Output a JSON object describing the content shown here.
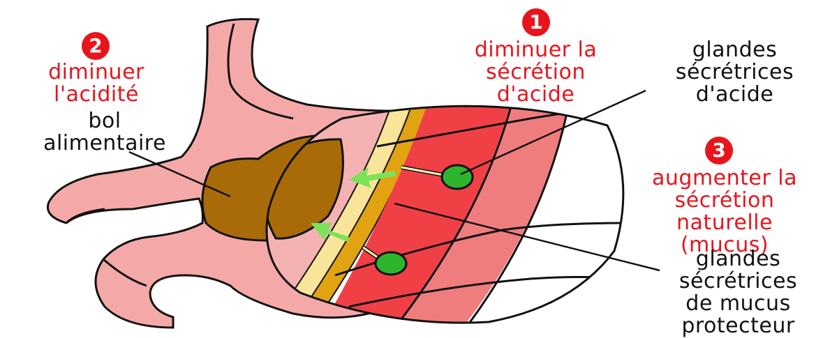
{
  "colors": {
    "stomach_fill": "#f4a9a8",
    "outline": "#111111",
    "food": "#a86b08",
    "wall_light": "#f07d7e",
    "wall_dark": "#f04046",
    "mucus_layer": "#f9e59a",
    "gland_cells": "#e2a312",
    "gland_green": "#2eb52e",
    "arrow_green": "#7be25a",
    "label_red": "#e8141c",
    "label_black": "#111111"
  },
  "labels": {
    "step1": {
      "number": "1",
      "lines": [
        "diminuer la",
        "sécrétion",
        "d'acide"
      ]
    },
    "step2": {
      "number": "2",
      "lines": [
        "diminuer",
        "l'acidité"
      ]
    },
    "step3": {
      "number": "3",
      "lines": [
        "augmenter la",
        "sécrétion",
        "naturelle",
        "(mucus)"
      ]
    },
    "bolus": {
      "lines": [
        "bol",
        "alimentaire"
      ]
    },
    "acid_glands": {
      "lines": [
        "glandes",
        "sécrétrices",
        "d'acide"
      ]
    },
    "mucus_glands": {
      "lines": [
        "glandes",
        "sécrétrices",
        "de mucus",
        "protecteur"
      ]
    }
  }
}
